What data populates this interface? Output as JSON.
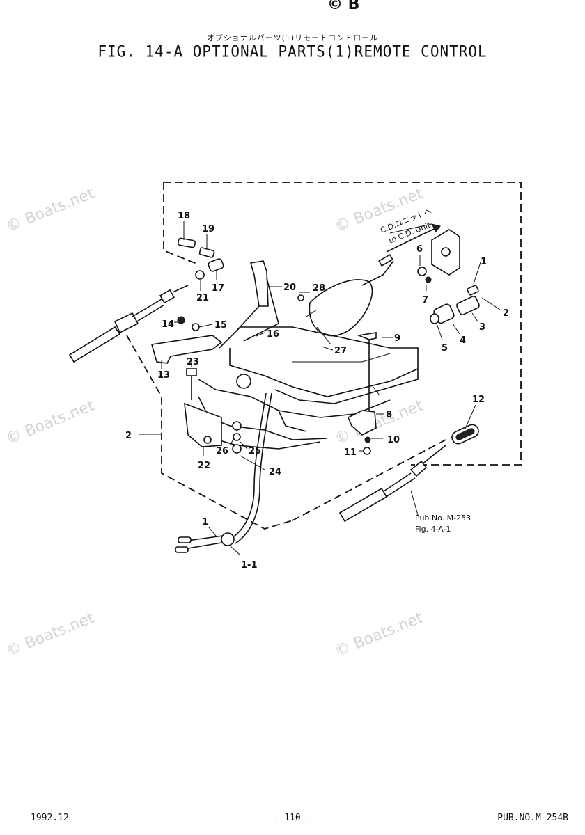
{
  "header": {
    "copyright_mark": "© B",
    "subtitle_jp": "オプショナルパーツ(1)リモートコントロール",
    "title": "FIG. 14-A OPTIONAL PARTS(1)REMOTE CONTROL"
  },
  "watermark": {
    "text": "© Boats.net"
  },
  "diagram": {
    "parts": [
      "18",
      "19",
      "17",
      "21",
      "20",
      "28",
      "14",
      "15",
      "16",
      "13",
      "27",
      "23",
      "22",
      "26",
      "25",
      "24",
      "9",
      "6",
      "7",
      "1",
      "5",
      "4",
      "3",
      "2",
      "12",
      "8",
      "10",
      "11",
      "1",
      "1-1",
      "2"
    ],
    "cable_label_jp": "C.D.ユニットへ",
    "cable_label_en": "to C.D. Unit",
    "reference_line1": "Pub No. M-253",
    "reference_line2": "Fig. 4-A-1"
  },
  "footer": {
    "date": "1992.12",
    "page": "- 110 -",
    "pub": "PUB.NO.M-254B"
  }
}
